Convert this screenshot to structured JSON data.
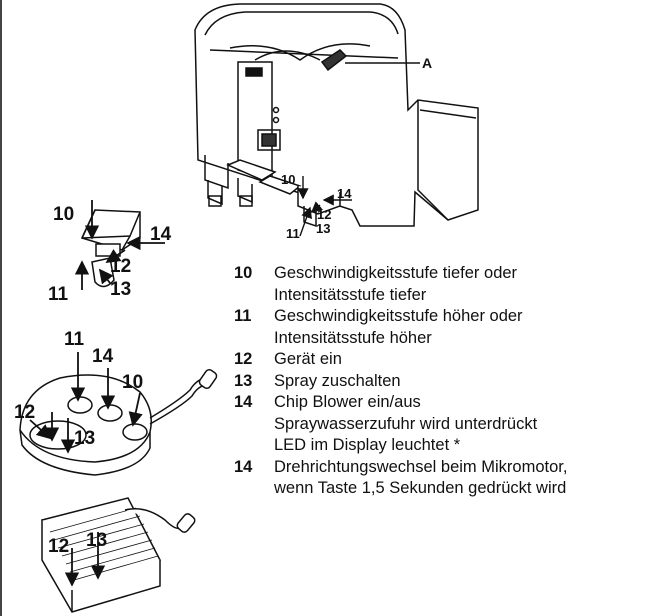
{
  "labels": {
    "a": "A",
    "n10": "10",
    "n11": "11",
    "n12": "12",
    "n13": "13",
    "n14": "14"
  },
  "legend": [
    {
      "num": "10",
      "lines": [
        "Geschwindigkeitsstufe tiefer oder",
        "Intensitätsstufe tiefer"
      ]
    },
    {
      "num": "11",
      "lines": [
        "Geschwindigkeitsstufe höher oder",
        "Intensitätsstufe höher"
      ]
    },
    {
      "num": "12",
      "lines": [
        "Gerät ein"
      ]
    },
    {
      "num": "13",
      "lines": [
        "Spray zuschalten"
      ]
    },
    {
      "num": "14",
      "lines": [
        "Chip Blower ein/aus",
        "Spraywasserzufuhr wird unterdrückt",
        "LED im Display leuchtet *"
      ]
    },
    {
      "num": "14",
      "lines": [
        "Drehrichtungswechsel beim Mikromotor,",
        "wenn Taste 1,5 Sekunden gedrückt wird"
      ]
    }
  ]
}
